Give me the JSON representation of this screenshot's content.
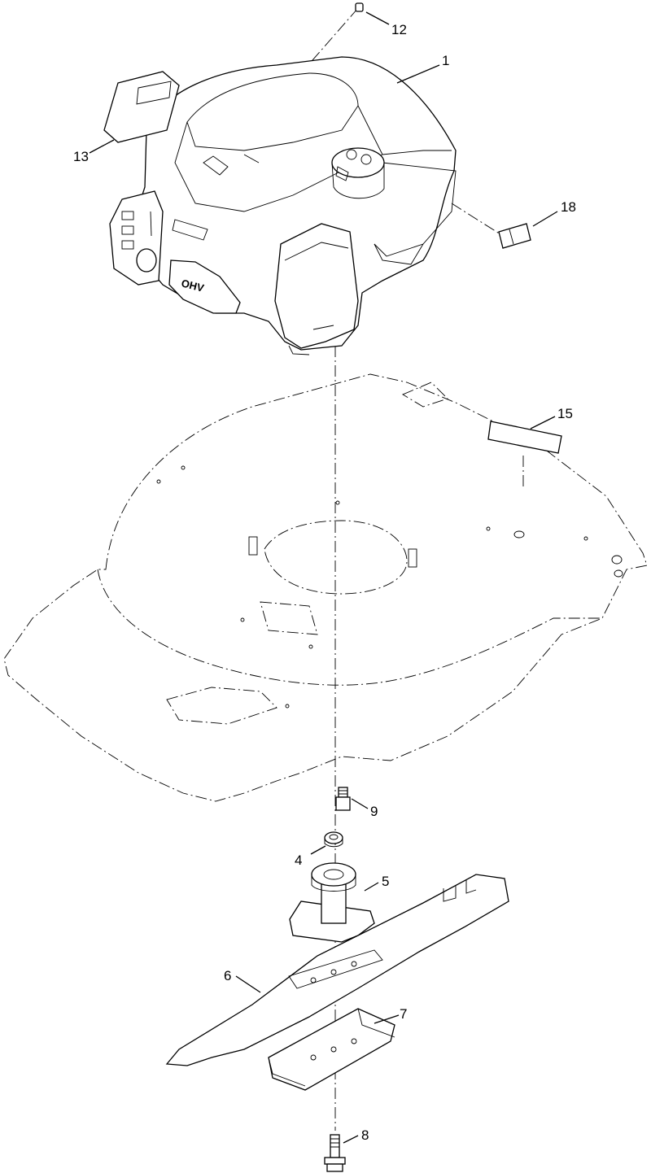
{
  "callouts": [
    {
      "id": "12",
      "label": "12"
    },
    {
      "id": "1",
      "label": "1"
    },
    {
      "id": "13",
      "label": "13"
    },
    {
      "id": "18",
      "label": "18"
    },
    {
      "id": "15",
      "label": "15"
    },
    {
      "id": "9",
      "label": "9"
    },
    {
      "id": "4",
      "label": "4"
    },
    {
      "id": "5",
      "label": "5"
    },
    {
      "id": "6",
      "label": "6"
    },
    {
      "id": "7",
      "label": "7"
    },
    {
      "id": "8",
      "label": "8"
    }
  ],
  "engine": {
    "badge_text": "OHV"
  }
}
